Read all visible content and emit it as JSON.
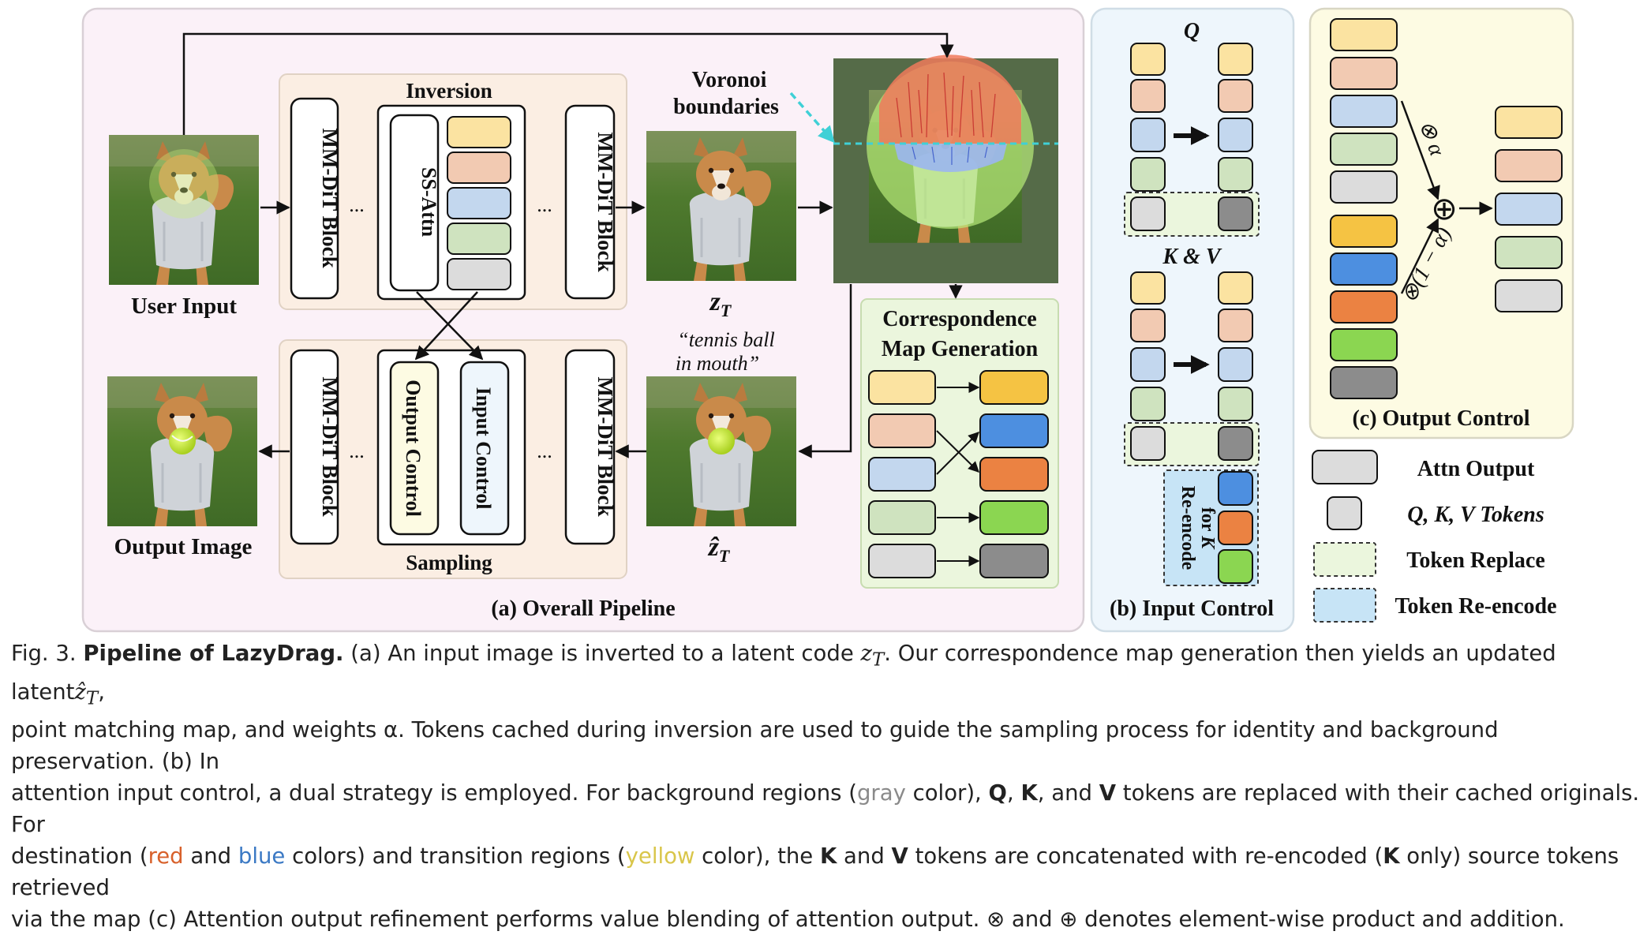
{
  "figure": {
    "panel_a": {
      "title": "(a) Overall Pipeline",
      "user_input_label": "User Input",
      "output_image_label": "Output Image",
      "mmdit_label": "MM-DiT Block",
      "ellipsis": "...",
      "inversion_title": "Inversion",
      "ss_attn_label": "SS-Attn",
      "sampling_title": "Sampling",
      "output_control_label": "Output Control",
      "input_control_label": "Input Control",
      "voronoi_label_line1": "Voronoi",
      "voronoi_label_line2": "boundaries",
      "z_label": "z",
      "z_sub": "T",
      "zhat_label": "ẑ",
      "zhat_sub": "T",
      "prompt_line1": "“tennis ball",
      "prompt_line2": "in mouth”",
      "correspondence_title_line1": "Correspondence",
      "correspondence_title_line2": "Map Generation"
    },
    "panel_b": {
      "title": "(b) Input Control",
      "q_label": "Q",
      "kv_label": "K & V",
      "reencode_line1": "Re-encode",
      "reencode_line2": "for K"
    },
    "panel_c": {
      "title": "(c) Output Control",
      "mult_label": "⊗ α",
      "mult2_label": "⊗(1 − α)",
      "plus_symbol": "⊕"
    },
    "legend": {
      "attn_output": "Attn Output",
      "qkv_tokens": "Q, K, V Tokens",
      "token_replace": "Token Replace",
      "token_reencode": "Token Re-encode"
    },
    "colors": {
      "yellow": "#fbe3a1",
      "peach": "#f2cab2",
      "blue": "#c3d7ee",
      "green": "#cfe3bf",
      "gray": "#dcdcdc",
      "dark_gray": "#8c8c8c",
      "gold": "#f5c343",
      "strong_blue": "#4d8fe0",
      "orange": "#eb8242",
      "lime": "#8bd651",
      "panel_a_bg": "#fbf1f8",
      "panel_b_bg": "#eef6fc",
      "panel_c_bg": "#fdfbe3",
      "beige_bg": "#fbeee3",
      "corr_bg": "#ebf6dd"
    }
  },
  "caption": {
    "fig_label": "Fig. 3.",
    "title": "Pipeline of LazyDrag.",
    "l1_a": "(a) An input image is inverted to a latent code",
    "l1_z": "z",
    "l1_zsub": "T",
    "l1_b": ". Our correspondence map generation then yields an updated latent",
    "l1_zhat": "ẑ",
    "l1_zhatsub": "T",
    "l1_c": ",",
    "l2": "point matching map, and weights α. Tokens cached during inversion are used to guide the sampling process for identity and background preservation. (b) In",
    "l3_a": "attention input control, a dual strategy is employed. For background regions (",
    "l3_gray": "gray",
    "l3_b": "color),",
    "l3_Q": "Q",
    "l3_c": ",",
    "l3_K": "K",
    "l3_d": ", and",
    "l3_V": "V",
    "l3_e": "tokens are replaced with their cached originals. For",
    "l4_a": "destination (",
    "l4_red": "red",
    "l4_and": "and",
    "l4_blue": "blue",
    "l4_b": "colors) and transition regions (",
    "l4_yellow": "yellow",
    "l4_c": "color), the",
    "l4_K": "K",
    "l4_and2": "and",
    "l4_V": "V",
    "l4_d": "tokens are concatenated with re-encoded (",
    "l4_K2": "K",
    "l4_e": "only) source tokens retrieved",
    "l5": "via the map (c) Attention output refinement performs value blending of attention output. ⊗ and ⊕ denotes element-wise product and addition."
  }
}
